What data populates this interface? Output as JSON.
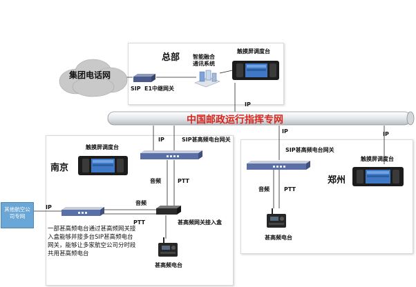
{
  "diagram": {
    "backbone": {
      "title": "中国邮政运行指挥专网",
      "color": "#d8261c"
    },
    "cloud": {
      "label": "集团电话网"
    },
    "hq": {
      "title": "总部",
      "sip_label": "SIP",
      "e1_label": "E1中继网关",
      "fusion_line1": "智能融合",
      "fusion_line2": "通讯系统",
      "console_label": "触摸屏调度台",
      "ip_label": "IP"
    },
    "nanjing": {
      "title": "南京",
      "console_label": "触摸屏调度台",
      "ip_label": "IP",
      "gateway_label": "SIP甚高频电台网关",
      "audio_label": "音频",
      "ptt_label": "PTT",
      "audio_label_2": "音频",
      "ptt_label_2": "PTT",
      "access_box_label": "甚高频网关接入盒",
      "radio_label": "甚高频电台",
      "note": "一部甚高频电台通过甚高频网关接入盒能够并接多台SIP甚高频电台网关，能够让多家航空公司分时段共用甚高频电台"
    },
    "zhengzhou": {
      "title": "郑州",
      "console_label": "触摸屏调度台",
      "ip_label": "IP",
      "ip_label_2": "IP",
      "gateway_label": "SIP甚高频电台网关",
      "audio_label": "音频",
      "ptt_label": "PTT",
      "radio_label": "甚高频电台"
    },
    "external": {
      "label": "其他航空公司专网",
      "ip_label": "IP"
    },
    "colors": {
      "pipe_fill": "#e4e7ea",
      "device_blue": "#5a6fa8",
      "cloud": "#c9c9c9",
      "external_box": "#6aa7d6"
    }
  }
}
